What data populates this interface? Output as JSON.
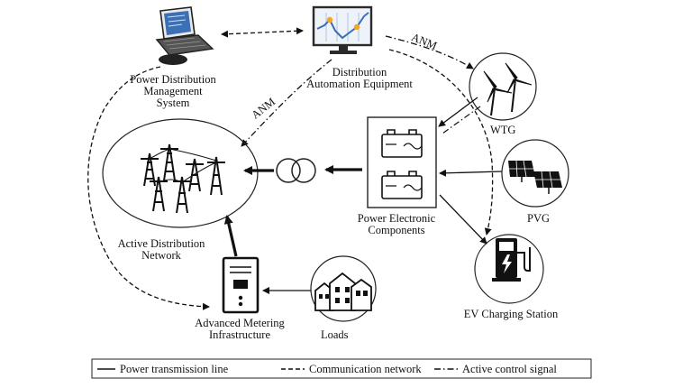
{
  "labels": {
    "pdms": [
      "Power Distribution",
      "Management",
      "System"
    ],
    "dae": [
      "Distribution",
      "Automation Equipment"
    ],
    "anm_top": "ANM",
    "anm_left": "ANM",
    "wtg": "WTG",
    "pvg": "PVG",
    "pec": [
      "Power Electronic",
      "Components"
    ],
    "ev": "EV Charging Station",
    "adn": [
      "Active Distribution",
      "Network"
    ],
    "ami": [
      "Advanced Metering",
      "Infrastructure"
    ],
    "loads": "Loads"
  },
  "legend": {
    "items": [
      {
        "style": "solid",
        "label": "Power transmission line"
      },
      {
        "style": "dashed",
        "label": "Communication network"
      },
      {
        "style": "dashdot",
        "label": "Active control signal"
      }
    ]
  },
  "colors": {
    "line": "#111111",
    "accent": "#f5a623",
    "screen": "#3b6fb6"
  }
}
